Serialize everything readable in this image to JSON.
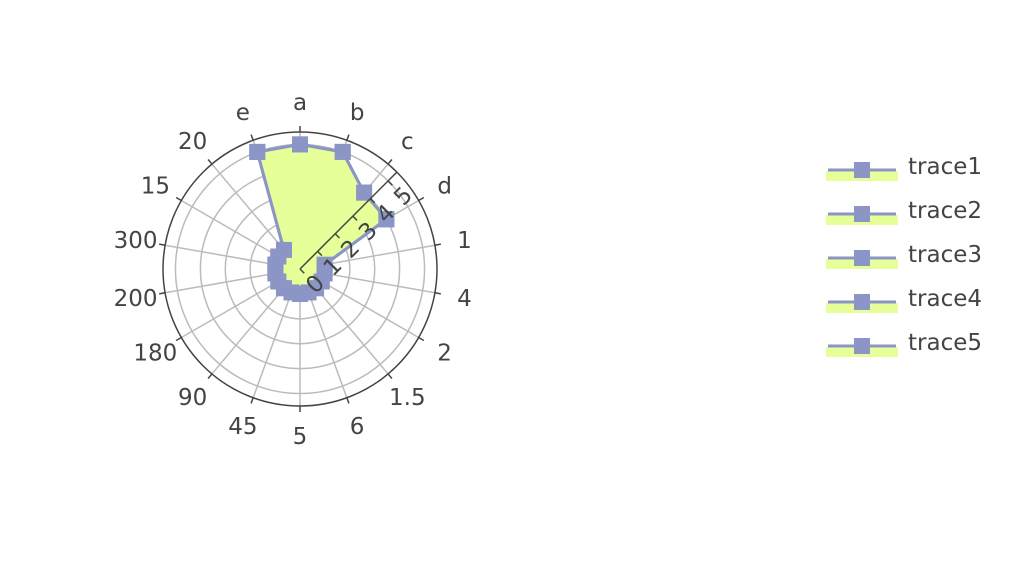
{
  "chart_data": {
    "type": "polar",
    "subtype": "radar-filled",
    "angular_categories": [
      "a",
      "b",
      "c",
      "d",
      "1",
      "4",
      "2",
      "1.5",
      "6",
      "5",
      "45",
      "90",
      "180",
      "200",
      "300",
      "15",
      "20",
      "e"
    ],
    "angular_direction": "clockwise",
    "radial_ticks": [
      "0",
      "1",
      "2",
      "3",
      "4",
      "5"
    ],
    "radial_range": [
      0,
      5.5
    ],
    "grid": true,
    "legend_position": "right",
    "series": [
      {
        "name": "trace1",
        "theta": [
          "a",
          "b",
          "c",
          "d",
          "1",
          "4",
          "2",
          "1.5",
          "6",
          "5",
          "45",
          "90",
          "180",
          "200",
          "300",
          "15",
          "20",
          "e"
        ],
        "r": [
          5,
          5,
          4,
          4,
          1,
          1,
          1,
          1,
          1,
          1,
          1,
          1,
          1,
          1,
          1,
          1,
          1,
          5
        ]
      },
      {
        "name": "trace2",
        "theta": [
          "a",
          "b",
          "c",
          "d",
          "1",
          "4",
          "2",
          "1.5",
          "6",
          "5",
          "45",
          "90",
          "180",
          "200",
          "300",
          "15",
          "20",
          "e"
        ],
        "r": [
          5,
          5,
          4,
          4,
          1,
          1,
          1,
          1,
          1,
          1,
          1,
          1,
          1,
          1,
          1,
          1,
          1,
          5
        ]
      },
      {
        "name": "trace3",
        "theta": [
          "a",
          "b",
          "c",
          "d",
          "1",
          "4",
          "2",
          "1.5",
          "6",
          "5",
          "45",
          "90",
          "180",
          "200",
          "300",
          "15",
          "20",
          "e"
        ],
        "r": [
          5,
          5,
          4,
          4,
          1,
          1,
          1,
          1,
          1,
          1,
          1,
          1,
          1,
          1,
          1,
          1,
          1,
          5
        ]
      },
      {
        "name": "trace4",
        "theta": [
          "a",
          "b",
          "c",
          "d",
          "1",
          "4",
          "2",
          "1.5",
          "6",
          "5",
          "45",
          "90",
          "180",
          "200",
          "300",
          "15",
          "20",
          "e"
        ],
        "r": [
          5,
          5,
          4,
          4,
          1,
          1,
          1,
          1,
          1,
          1,
          1,
          1,
          1,
          1,
          1,
          1,
          1,
          5
        ]
      },
      {
        "name": "trace5",
        "theta": [
          "a",
          "b",
          "c",
          "d",
          "1",
          "4",
          "2",
          "1.5",
          "6",
          "5",
          "45",
          "90",
          "180",
          "200",
          "300",
          "15",
          "20",
          "e"
        ],
        "r": [
          5,
          5,
          4,
          4,
          1,
          1,
          1,
          1,
          1,
          1,
          1,
          1,
          1,
          1,
          1,
          1,
          1,
          5
        ]
      }
    ],
    "colors": {
      "line": "#8c96c6",
      "marker": "#8c96c6",
      "fill": "#e6ff99",
      "grid": "#bbbbbb",
      "frame": "#444444",
      "text": "#444444"
    },
    "marker_symbol": "square"
  },
  "legend": {
    "items": [
      {
        "label": "trace1",
        "icon": "line-square-marker-icon"
      },
      {
        "label": "trace2",
        "icon": "line-square-marker-icon"
      },
      {
        "label": "trace3",
        "icon": "line-square-marker-icon"
      },
      {
        "label": "trace4",
        "icon": "line-square-marker-icon"
      },
      {
        "label": "trace5",
        "icon": "line-square-marker-icon"
      }
    ]
  }
}
